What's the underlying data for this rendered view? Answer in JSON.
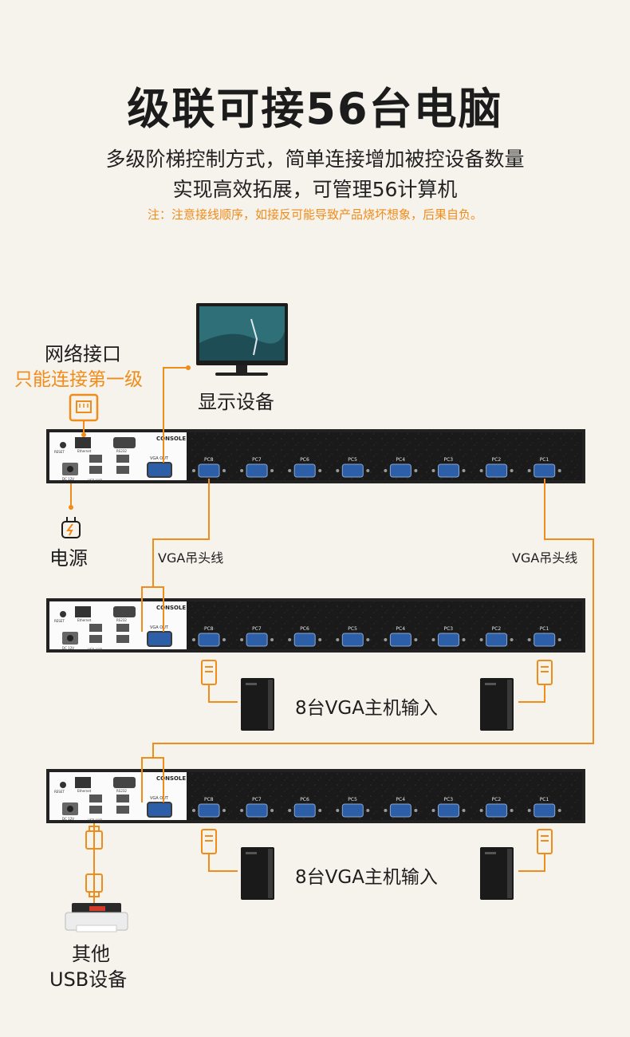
{
  "header": {
    "title": "级联可接56台电脑",
    "subtitle_line1": "多级阶梯控制方式，简单连接增加被控设备数量",
    "subtitle_line2": "实现高效拓展，可管理56计算机",
    "note": "注：注意接线顺序，如接反可能导致产品烧坏想象，后果自负。"
  },
  "labels": {
    "network_port": "网络接口",
    "network_note": "只能连接第一级",
    "monitor": "显示设备",
    "power": "电源",
    "vga_cable_left": "VGA吊头线",
    "vga_cable_right": "VGA吊头线",
    "hosts_level2": "8台VGA主机输入",
    "hosts_level3": "8台VGA主机输入",
    "usb_line1": "其他",
    "usb_line2": "USB设备"
  },
  "kvm": {
    "console": "CONSOLE",
    "vga_out": "VGA OUT",
    "usb_hub": "USB HUB",
    "ethernet": "Ethernet",
    "reset": "RESET",
    "dc": "DC 12V",
    "rs232": "RS232",
    "ports": [
      "PC8",
      "PC7",
      "PC6",
      "PC5",
      "PC4",
      "PC3",
      "PC2",
      "PC1"
    ]
  },
  "colors": {
    "background": "#f6f2ec",
    "accent": "#f08c1a",
    "panel": "#1b1b1b",
    "vga_blue": "#2d5ea8"
  },
  "icons": [
    "ethernet-port-icon",
    "monitor-icon",
    "power-plug-icon",
    "vga-connector-icon",
    "desktop-tower-icon",
    "usb-connector-icon",
    "printer-icon"
  ]
}
